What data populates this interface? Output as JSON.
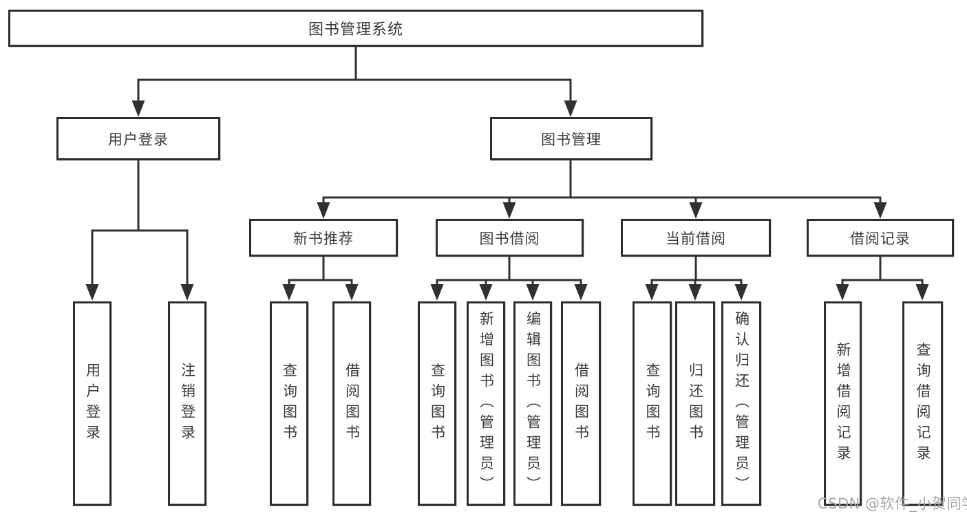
{
  "diagram_title": "图书管理系统",
  "tree": {
    "label": "图书管理系统",
    "children": [
      {
        "label": "用户登录",
        "children": [
          {
            "label": "用户登录"
          },
          {
            "label": "注销登录"
          }
        ]
      },
      {
        "label": "图书管理",
        "children": [
          {
            "label": "新书推荐",
            "children": [
              {
                "label": "查询图书"
              },
              {
                "label": "借阅图书"
              }
            ]
          },
          {
            "label": "图书借阅",
            "children": [
              {
                "label": "查询图书"
              },
              {
                "label": "新增图书（管理员）"
              },
              {
                "label": "编辑图书（管理员）"
              },
              {
                "label": "借阅图书"
              }
            ]
          },
          {
            "label": "当前借阅",
            "children": [
              {
                "label": "查询图书"
              },
              {
                "label": "归还图书"
              },
              {
                "label": "确认归还（管理员）"
              }
            ]
          },
          {
            "label": "借阅记录",
            "children": [
              {
                "label": "新增借阅记录"
              },
              {
                "label": "查询借阅记录"
              }
            ]
          }
        ]
      }
    ]
  },
  "watermark": {
    "text": "CSDN @软件_小贺同学"
  },
  "colors": {
    "background": "#ffffff",
    "box_border": "#2e2e2e",
    "connector": "#303030",
    "text": "#3a3a3a",
    "watermark": "#a6a6aa"
  }
}
